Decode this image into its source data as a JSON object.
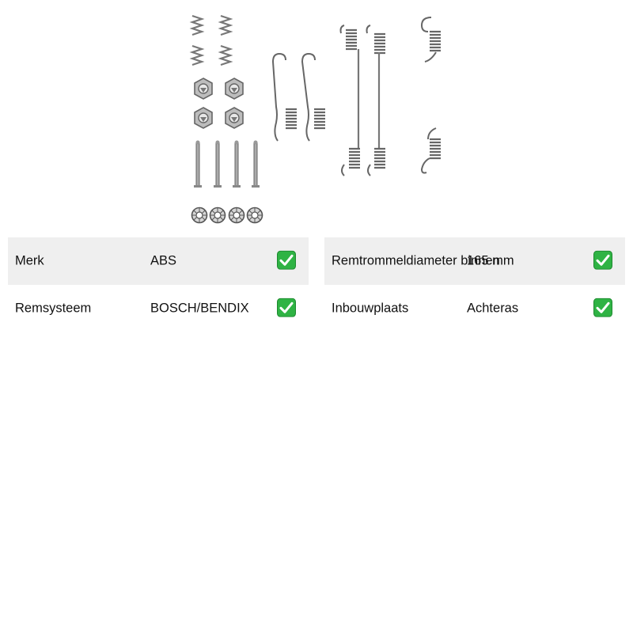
{
  "product": {
    "image_alt": "brake shoe fitting kit parts"
  },
  "specs_left": [
    {
      "label": "Merk",
      "value": "ABS",
      "check": "check-mark-icon"
    },
    {
      "label": "Remsysteem",
      "value": "BOSCH/BENDIX",
      "check": "check-mark-icon"
    }
  ],
  "specs_right": [
    {
      "label": "Remtrommeldiameter binnen",
      "value": "165 mm",
      "check": "check-mark-icon"
    },
    {
      "label": "Inbouwplaats",
      "value": "Achteras",
      "check": "check-mark-icon"
    }
  ],
  "colors": {
    "row_shade": "#efefef",
    "check_green": "#2fb344",
    "part_grey": "#8a8a8a"
  }
}
